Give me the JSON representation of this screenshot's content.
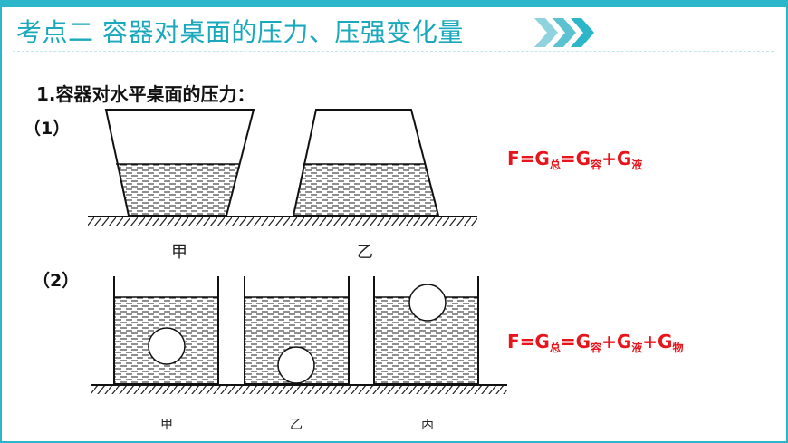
{
  "slide": {
    "title": "考点二 容器对桌面的压力、压强变化量",
    "subtitle": "1.容器对水平桌面的压力：",
    "part1": {
      "label": "（1）",
      "captions": [
        "甲",
        "乙"
      ]
    },
    "part2": {
      "label": "（2）",
      "captions": [
        "甲",
        "乙",
        "丙"
      ]
    },
    "formula1": {
      "lhs": "F=G",
      "s1": "总",
      "m1": "=G",
      "s2": "容",
      "m2": "+G",
      "s3": "液"
    },
    "formula2": {
      "lhs": "F=G",
      "s1": "总",
      "m1": "=G",
      "s2": "容",
      "m2": "+G",
      "s3": "液",
      "m3": "+G",
      "s4": "物"
    },
    "colors": {
      "accent": "#2bb6c9",
      "formula": "#e8141b"
    }
  }
}
